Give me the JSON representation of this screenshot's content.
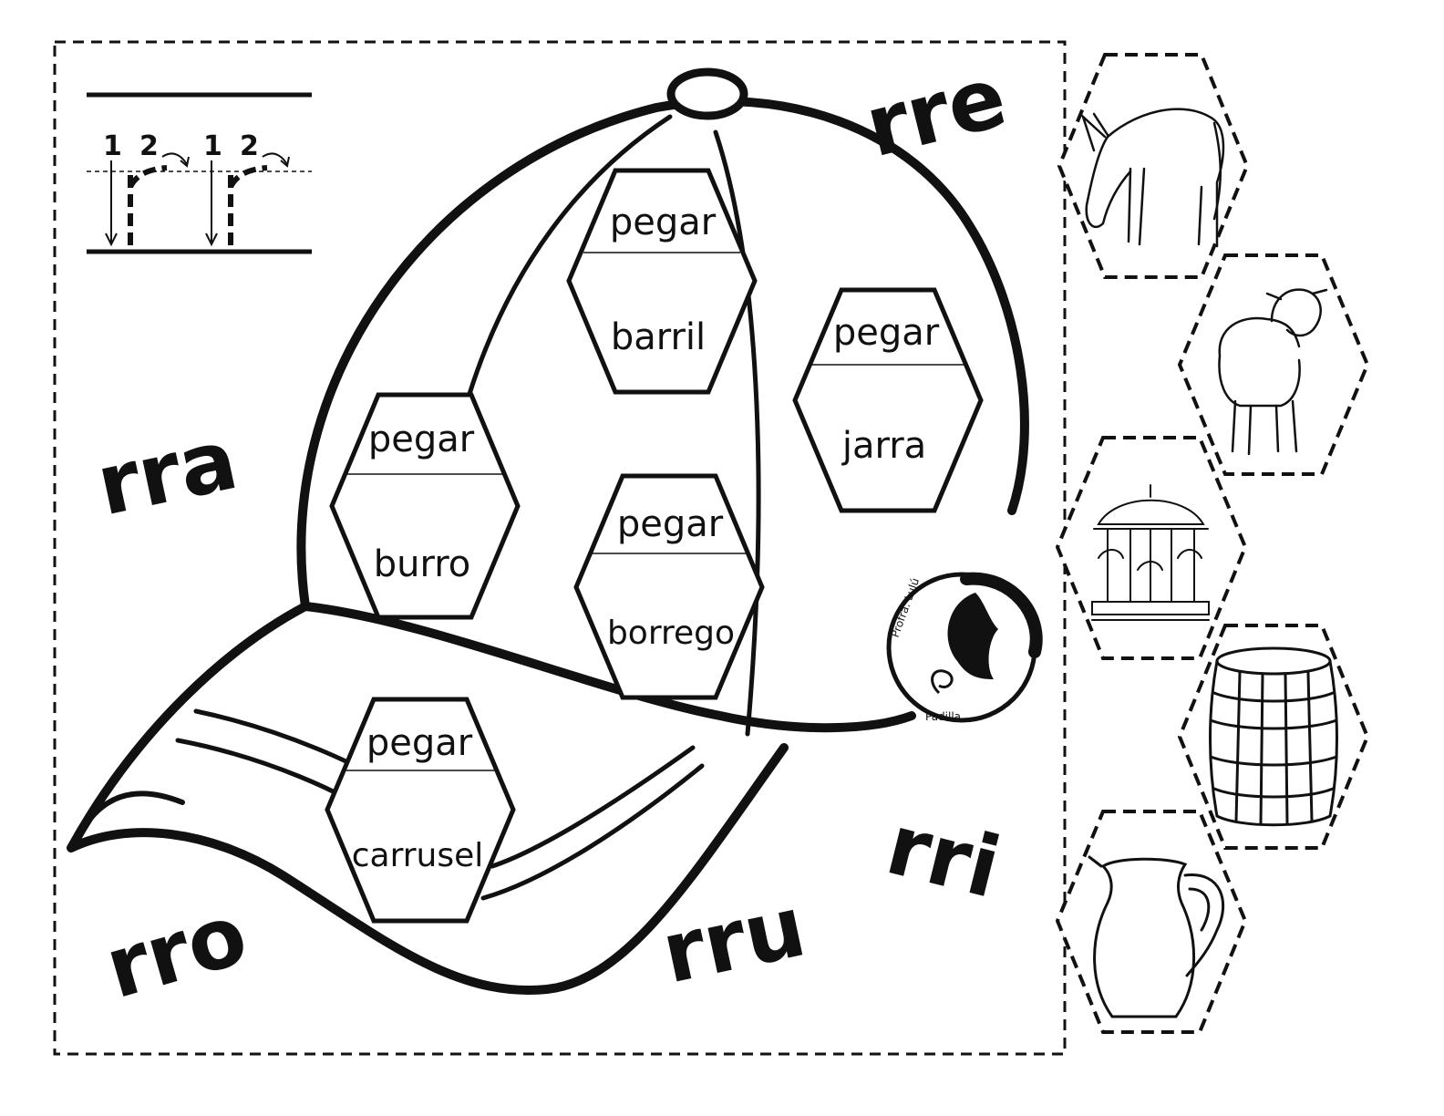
{
  "syllables": {
    "rra": "rra",
    "rre": "rre",
    "rri": "rri",
    "rro": "rro",
    "rru": "rru"
  },
  "tracing_guide": {
    "stroke_1": "1",
    "stroke_2": "2"
  },
  "hexagon_cells": [
    {
      "top": "pegar",
      "word": "barril"
    },
    {
      "top": "pegar",
      "word": "jarra"
    },
    {
      "top": "pegar",
      "word": "burro"
    },
    {
      "top": "pegar",
      "word": "borrego"
    },
    {
      "top": "pegar",
      "word": "carrusel"
    }
  ],
  "picture_cards": [
    {
      "icon": "donkey-icon"
    },
    {
      "icon": "lamb-icon"
    },
    {
      "icon": "carousel-icon"
    },
    {
      "icon": "barrel-icon"
    },
    {
      "icon": "jug-icon"
    }
  ],
  "logo": {
    "line1": "Profra. Lulú",
    "line2": "Padilla"
  },
  "colors": {
    "ink": "#111111",
    "paper": "#ffffff"
  }
}
